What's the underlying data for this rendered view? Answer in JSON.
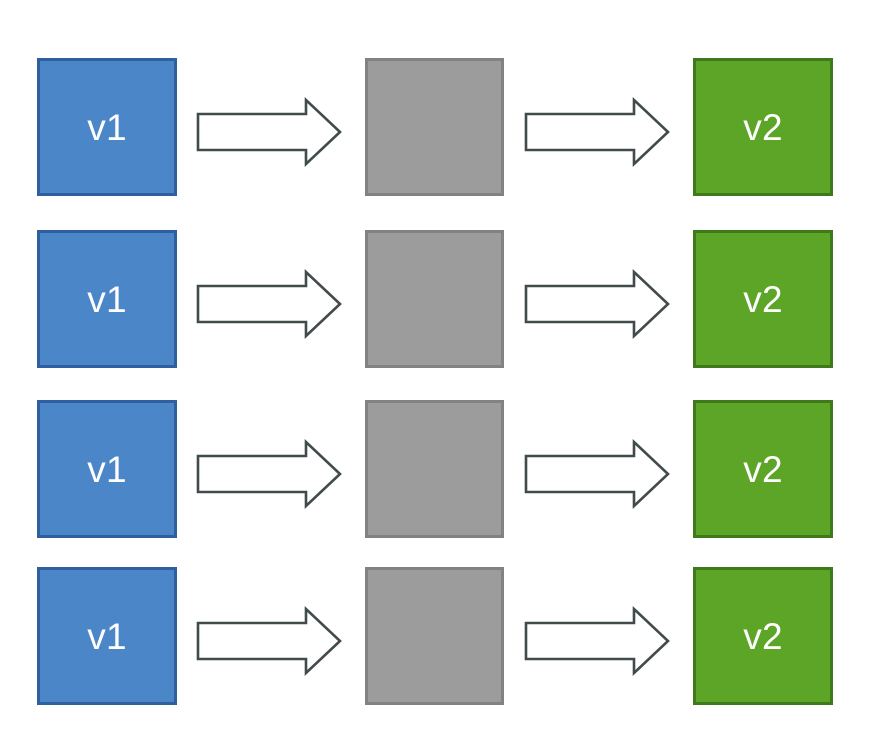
{
  "diagram": {
    "type": "flow",
    "background_color": "#ffffff",
    "row_count": 4,
    "columns": [
      {
        "key": "source",
        "role": "source-node",
        "label": "v1",
        "fill": "#4a86c8",
        "border": "#2e5f9e",
        "text_color": "#ffffff"
      },
      {
        "key": "arrow1",
        "role": "flow-arrow",
        "label": "",
        "fill": "#ffffff",
        "border": "#414b4b",
        "text_color": ""
      },
      {
        "key": "process",
        "role": "process-node",
        "label": "",
        "fill": "#9c9c9c",
        "border": "#828282",
        "text_color": "#ffffff"
      },
      {
        "key": "arrow2",
        "role": "flow-arrow",
        "label": "",
        "fill": "#ffffff",
        "border": "#414b4b",
        "text_color": ""
      },
      {
        "key": "target",
        "role": "target-node",
        "label": "v2",
        "fill": "#5ca526",
        "border": "#3e7a1b",
        "text_color": "#ffffff"
      }
    ],
    "rows": [
      {
        "index": 1,
        "source_label": "v1",
        "process_label": "",
        "target_label": "v2"
      },
      {
        "index": 2,
        "source_label": "v1",
        "process_label": "",
        "target_label": "v2"
      },
      {
        "index": 3,
        "source_label": "v1",
        "process_label": "",
        "target_label": "v2"
      },
      {
        "index": 4,
        "source_label": "v1",
        "process_label": "",
        "target_label": "v2"
      }
    ]
  }
}
